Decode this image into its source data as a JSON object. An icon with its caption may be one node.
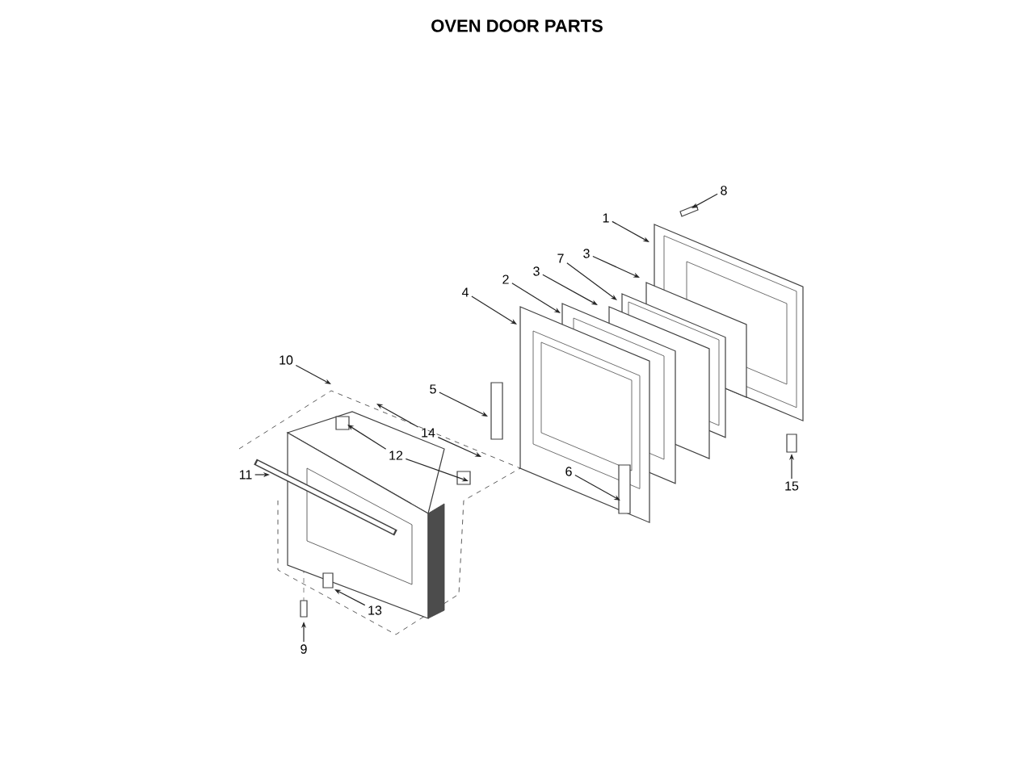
{
  "diagram": {
    "title": "OVEN DOOR PARTS",
    "nodes": [
      {
        "text": [
          "8"
        ]
      },
      {
        "text": [
          "1"
        ]
      },
      {
        "text": [
          "3"
        ]
      },
      {
        "text": [
          "7"
        ]
      },
      {
        "text": [
          "3"
        ]
      },
      {
        "text": [
          "2"
        ]
      },
      {
        "text": [
          "4"
        ]
      },
      {
        "text": [
          "10"
        ]
      },
      {
        "text": [
          "5"
        ]
      },
      {
        "text": [
          "14"
        ]
      },
      {
        "text": [
          "12"
        ]
      },
      {
        "text": [
          "11"
        ]
      },
      {
        "text": [
          "15"
        ]
      },
      {
        "text": [
          "6"
        ]
      },
      {
        "text": [
          "13"
        ]
      },
      {
        "text": [
          "9"
        ]
      }
    ],
    "edges": [
      {
        "from": 0,
        "to": null,
        "arrow": "to"
      },
      {
        "from": 1,
        "to": null,
        "arrow": "to"
      },
      {
        "from": 2,
        "to": null,
        "arrow": "to"
      },
      {
        "from": 3,
        "to": null,
        "arrow": "to"
      },
      {
        "from": 4,
        "to": null,
        "arrow": "to"
      },
      {
        "from": 5,
        "to": null,
        "arrow": "to"
      },
      {
        "from": 6,
        "to": null,
        "arrow": "to"
      },
      {
        "from": 7,
        "to": null,
        "arrow": "to"
      },
      {
        "from": 8,
        "to": null,
        "arrow": "to"
      },
      {
        "from": 9,
        "to": null,
        "arrow": "to"
      },
      {
        "from": 9,
        "to": null,
        "arrow": "to"
      },
      {
        "from": 10,
        "to": null,
        "arrow": "to"
      },
      {
        "from": 10,
        "to": null,
        "arrow": "to"
      },
      {
        "from": 11,
        "to": null,
        "arrow": "to"
      },
      {
        "from": 12,
        "to": null,
        "arrow": "to"
      },
      {
        "from": 13,
        "to": null,
        "arrow": "to"
      },
      {
        "from": 14,
        "to": null,
        "arrow": "to"
      },
      {
        "from": 15,
        "to": null,
        "arrow": "to"
      }
    ]
  }
}
